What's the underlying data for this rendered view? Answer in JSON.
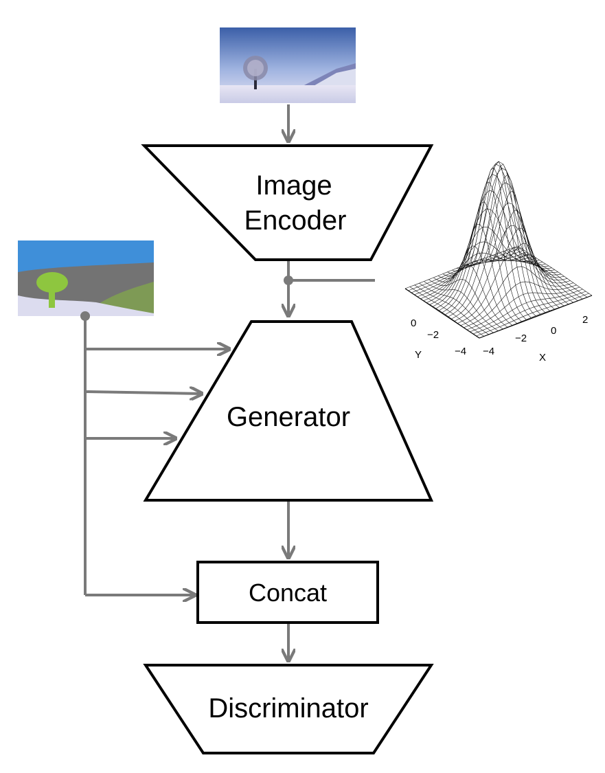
{
  "blocks": {
    "encoder_line1": "Image",
    "encoder_line2": "Encoder",
    "generator": "Generator",
    "concat": "Concat",
    "discriminator": "Discriminator"
  },
  "gaussian_plot": {
    "y_axis_label": "Y",
    "x_axis_label": "X",
    "y_ticks": [
      "0",
      "−2",
      "−4"
    ],
    "x_ticks": [
      "−4",
      "−2",
      "0",
      "2"
    ]
  },
  "colors": {
    "arrow": "#7a7a7a",
    "sky": "#3f8fd9",
    "mountain": "#737373",
    "grass": "#7e9a55",
    "snow": "#dcdcef",
    "tree": "#8ec63f"
  }
}
